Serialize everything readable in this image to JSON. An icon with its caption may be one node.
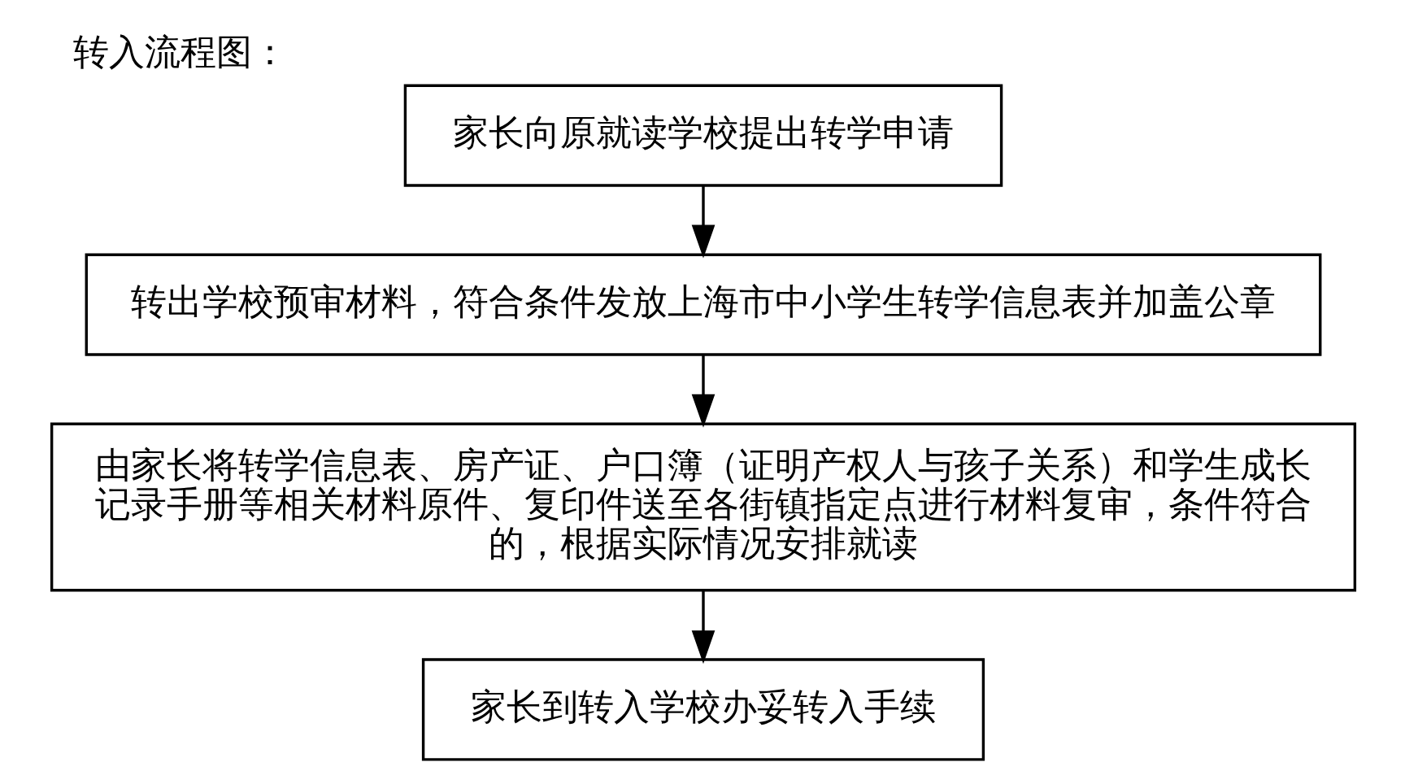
{
  "diagram": {
    "title": "转入流程图：",
    "nodes": [
      {
        "text": [
          "家长向原就读学校提出转学申请"
        ]
      },
      {
        "text": [
          "转出学校预审材料，符合条件发放上海市中小学生转学信息表并加盖公章"
        ]
      },
      {
        "text": [
          "由家长将转学信息表、房产证、户口簿（证明产权人与孩子关系）和学生成长记录手册等相关材料原件、复印件送至各街镇指定点进行材料复审，条件符合的，根据实际情况安排就读"
        ]
      },
      {
        "text": [
          "家长到转入学校办妥转入手续"
        ]
      }
    ],
    "edges": [
      {
        "from": 0,
        "to": 1,
        "arrow": "to"
      },
      {
        "from": 1,
        "to": 2,
        "arrow": "to"
      },
      {
        "from": 2,
        "to": 3,
        "arrow": "to"
      }
    ]
  }
}
